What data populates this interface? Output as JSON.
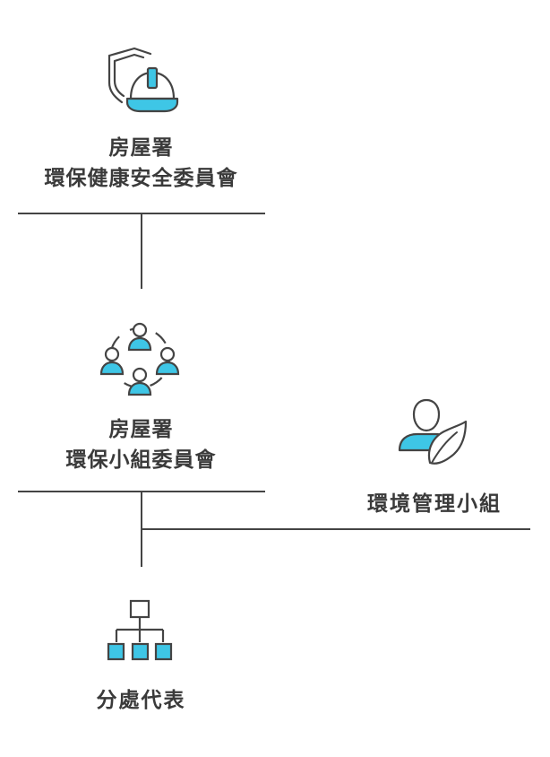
{
  "nodes": {
    "committee_top": {
      "line1": "房屋署",
      "line2": "環保健康安全委員會",
      "icon": "safety-helmet-shield-icon"
    },
    "committee_mid": {
      "line1": "房屋署",
      "line2": "環保小組委員會",
      "icon": "people-circle-icon"
    },
    "env_team": {
      "label": "環境管理小組",
      "icon": "person-leaf-icon"
    },
    "branch_reps": {
      "label": "分處代表",
      "icon": "org-chart-icon"
    }
  },
  "colors": {
    "accent": "#3ec6e6",
    "stroke": "#444444",
    "text": "#3a3a3a"
  }
}
